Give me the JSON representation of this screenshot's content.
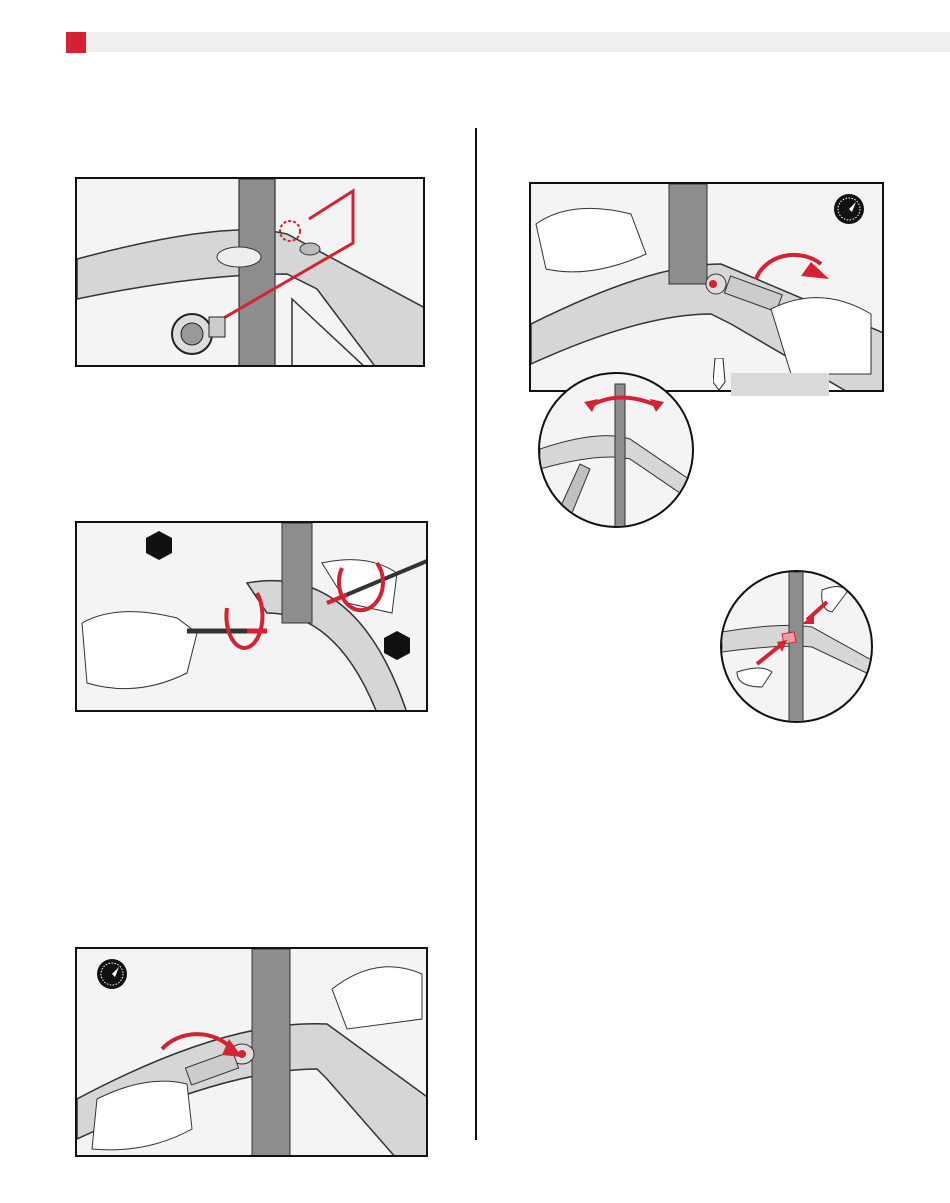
{
  "colors": {
    "accent": "#d42233",
    "header_bar": "#efefef",
    "frame_gray": "#888888",
    "panel_bg": "#f4f4f4",
    "outline": "#111111"
  },
  "header": {
    "marker_icon": "red-square"
  },
  "figures": [
    {
      "id": "fig-1",
      "icon": "frame-junction-with-plug"
    },
    {
      "id": "fig-2",
      "icon": "hex-keys-in-hands"
    },
    {
      "id": "fig-3",
      "icon": "torque-wrench-tightening"
    },
    {
      "id": "fig-4",
      "icon": "torque-wrench-tightening-alt"
    },
    {
      "id": "fig-5",
      "icon": "seatpost-rotation-inset"
    },
    {
      "id": "fig-6",
      "icon": "cover-plates-inset"
    }
  ]
}
